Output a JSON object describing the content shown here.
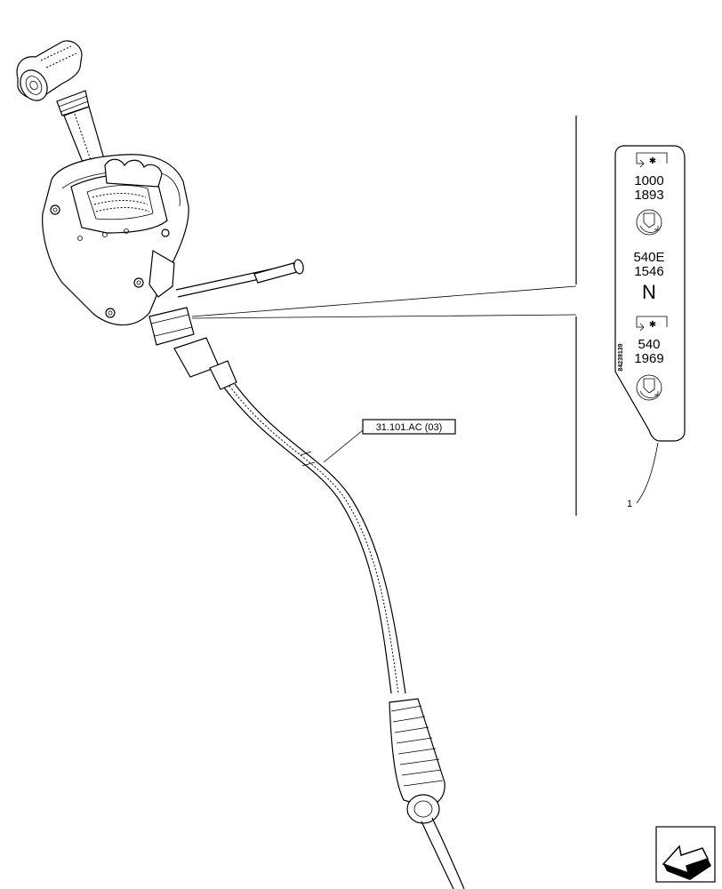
{
  "callout": {
    "ref_label": "31.101.AC (03)",
    "item_number": "1"
  },
  "decal": {
    "part_number": "84239139",
    "speeds": [
      {
        "line1": "1000",
        "line2": "1893"
      },
      {
        "line1": "540E",
        "line2": "1546"
      },
      {
        "line1": "540",
        "line2": "1969"
      }
    ],
    "neutral": "N"
  },
  "icons": [
    "pto-rotation-icon",
    "lever-position-icon",
    "navigation-arrow-icon"
  ]
}
